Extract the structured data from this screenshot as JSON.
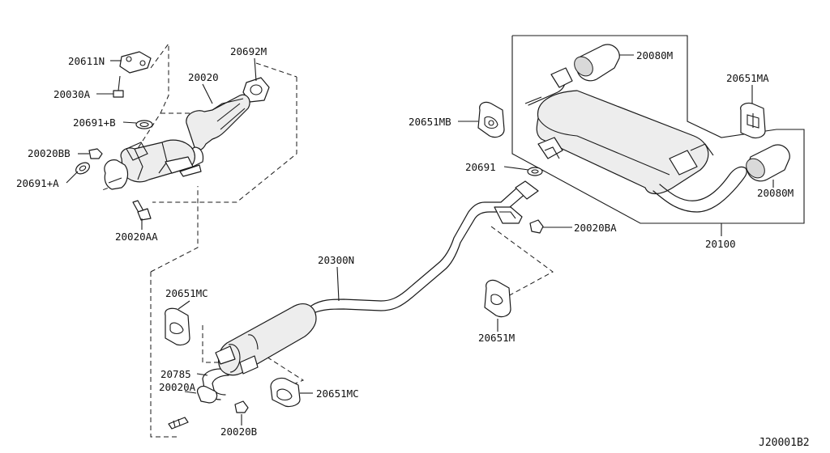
{
  "diagram": {
    "code": "J20001B2",
    "labels": {
      "p20611N": "20611N",
      "p20030A": "20030A",
      "p20020": "20020",
      "p20692M": "20692M",
      "p20691B": "20691+B",
      "p20020BB": "20020BB",
      "p20691A": "20691+A",
      "p20020AA": "20020AA",
      "p20080M_top": "20080M",
      "p20651MA": "20651MA",
      "p20651MB": "20651MB",
      "p20691": "20691",
      "p20080M_right": "20080M",
      "p20020BA": "20020BA",
      "p20100": "20100",
      "p20300N": "20300N",
      "p20651MC_left": "20651MC",
      "p20651M": "20651M",
      "p20785": "20785",
      "p20020A": "20020A",
      "p20651MC_right": "20651MC",
      "p20020B": "20020B"
    }
  }
}
